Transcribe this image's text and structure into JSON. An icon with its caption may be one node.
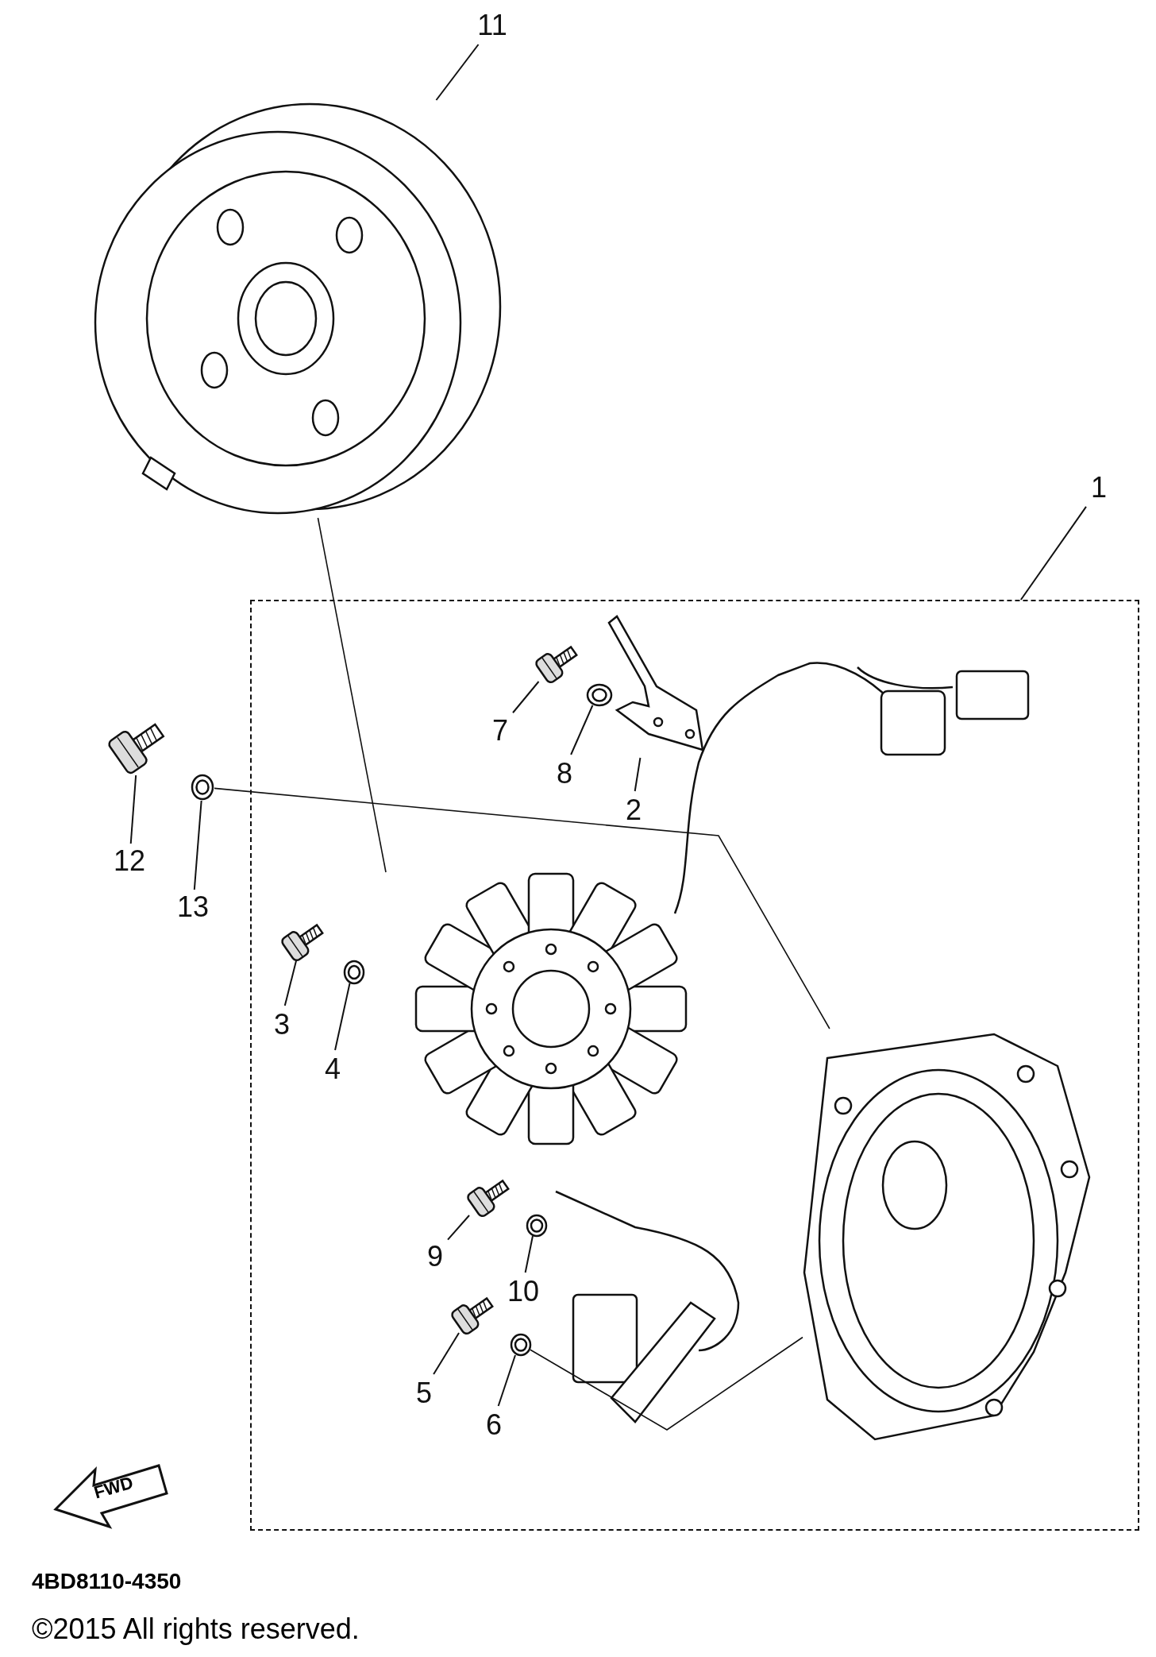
{
  "diagram": {
    "nodes": [
      {
        "text": [
          "11"
        ]
      },
      {
        "text": [],
        "shape": "picture"
      },
      {
        "text": [
          "1"
        ]
      },
      {
        "text": [],
        "shape": "box"
      },
      {
        "text": [],
        "shape": "picture",
        "in": 3
      },
      {
        "text": [
          "7"
        ],
        "in": 3
      },
      {
        "text": [],
        "shape": "picture",
        "in": 3
      },
      {
        "text": [
          "8"
        ],
        "in": 3
      },
      {
        "text": [],
        "shape": "picture",
        "in": 3
      },
      {
        "text": [
          "2"
        ],
        "in": 3
      },
      {
        "text": [],
        "shape": "picture",
        "in": 3
      },
      {
        "text": [
          "12"
        ]
      },
      {
        "text": [],
        "shape": "picture"
      },
      {
        "text": [
          "13"
        ]
      },
      {
        "text": [],
        "shape": "picture"
      },
      {
        "text": [
          "3"
        ],
        "in": 3
      },
      {
        "text": [],
        "shape": "picture",
        "in": 3
      },
      {
        "text": [
          "4"
        ],
        "in": 3
      },
      {
        "text": [],
        "shape": "picture",
        "in": 3
      },
      {
        "text": [
          "9"
        ],
        "in": 3
      },
      {
        "text": [],
        "shape": "picture",
        "in": 3
      },
      {
        "text": [
          "10"
        ],
        "in": 3
      },
      {
        "text": [],
        "shape": "picture",
        "in": 3
      },
      {
        "text": [
          "5"
        ],
        "in": 3
      },
      {
        "text": [],
        "shape": "picture",
        "in": 3
      },
      {
        "text": [
          "6"
        ],
        "in": 3
      },
      {
        "text": [],
        "shape": "picture",
        "in": 3
      },
      {
        "text": [],
        "shape": "picture",
        "in": 3
      }
    ],
    "edges": [
      {
        "from": 0,
        "to": 1,
        "arrow": "none"
      },
      {
        "from": 2,
        "to": 3,
        "arrow": "none"
      },
      {
        "from": 5,
        "to": 6,
        "arrow": "none"
      },
      {
        "from": 7,
        "to": 8,
        "arrow": "none"
      },
      {
        "from": 9,
        "to": 10,
        "arrow": "none"
      },
      {
        "from": 11,
        "to": 12,
        "arrow": "none"
      },
      {
        "from": 13,
        "to": 14,
        "arrow": "none"
      },
      {
        "from": 15,
        "to": 16,
        "arrow": "none"
      },
      {
        "from": 17,
        "to": 18,
        "arrow": "none"
      },
      {
        "from": 19,
        "to": 20,
        "arrow": "none"
      },
      {
        "from": 21,
        "to": 22,
        "arrow": "none"
      },
      {
        "from": 23,
        "to": 24,
        "arrow": "none"
      },
      {
        "from": 25,
        "to": 26,
        "arrow": "none"
      },
      {
        "from": 1,
        "to": 4,
        "arrow": "none"
      },
      {
        "from": 14,
        "to": 27,
        "arrow": "none"
      },
      {
        "from": 26,
        "to": 27,
        "arrow": "none"
      }
    ],
    "labels": [
      "FWD",
      "4BD8110-4350",
      "©2015 All rights reserved."
    ]
  }
}
